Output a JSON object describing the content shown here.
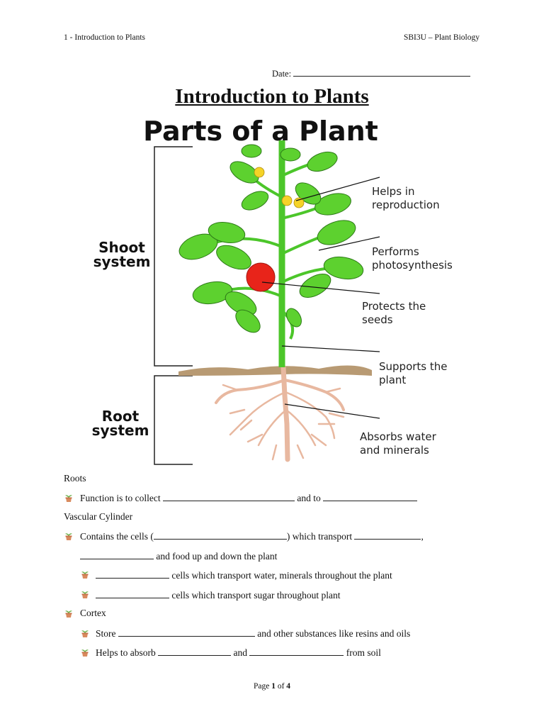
{
  "header": {
    "left": "1 - Introduction to Plants",
    "right": "SBI3U – Plant Biology"
  },
  "date_label": "Date:",
  "title": "Introduction to Plants",
  "diagram": {
    "heading": "Parts of a Plant",
    "shoot_label_1": "Shoot",
    "shoot_label_2": "system",
    "root_label_1": "Root",
    "root_label_2": "system",
    "callouts": [
      {
        "line1": "Helps in",
        "line2": "reproduction"
      },
      {
        "line1": "Performs",
        "line2": "photosynthesis"
      },
      {
        "line1": "Protects the",
        "line2": "seeds"
      },
      {
        "line1": "Supports the",
        "line2": "plant"
      },
      {
        "line1": "Absorbs water",
        "line2": "and minerals"
      }
    ]
  },
  "notes": {
    "roots_heading": "Roots",
    "roots_b1_a": "Function is to collect",
    "roots_b1_b": "and to",
    "vascular_heading": "Vascular Cylinder",
    "vasc_b1_a": "Contains the cells (",
    "vasc_b1_b": ") which transport",
    "vasc_b1_c": ",",
    "vasc_cont": "and food up and down the plant",
    "vasc_s1": "cells which transport water, minerals throughout the plant",
    "vasc_s2": "cells which transport sugar throughout plant",
    "cortex_heading": "Cortex",
    "cortex_s1_a": "Store",
    "cortex_s1_b": "and other substances like resins and oils",
    "cortex_s2_a": "Helps to absorb",
    "cortex_s2_b": "and",
    "cortex_s2_c": "from soil"
  },
  "footer": {
    "page_word": "Page",
    "page_num": "1",
    "of_word": "of",
    "page_total": "4"
  }
}
